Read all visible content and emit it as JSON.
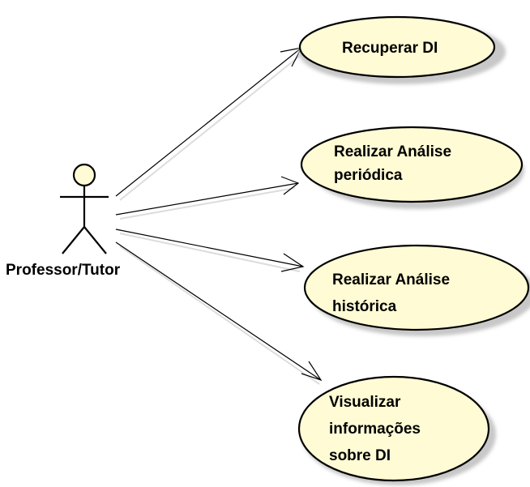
{
  "diagram": {
    "actor": {
      "name": "Professor/Tutor",
      "icon": "stick-figure-actor-icon"
    },
    "use_cases": [
      {
        "id": "uc1",
        "lines": [
          "Recuperar DI"
        ]
      },
      {
        "id": "uc2",
        "lines": [
          "Realizar Análise",
          "periódica"
        ]
      },
      {
        "id": "uc3",
        "lines": [
          "Realizar Análise",
          "histórica"
        ]
      },
      {
        "id": "uc4",
        "lines": [
          "Visualizar",
          "informações",
          "sobre DI"
        ]
      }
    ],
    "associations": [
      {
        "from": "actor",
        "to": "uc1"
      },
      {
        "from": "actor",
        "to": "uc2"
      },
      {
        "from": "actor",
        "to": "uc3"
      },
      {
        "from": "actor",
        "to": "uc4"
      }
    ],
    "colors": {
      "use_case_fill": "#fffbd5",
      "use_case_stroke": "#000000",
      "actor_fill": "#fffbd5",
      "line": "#000000",
      "shadow": "#c8c8c8"
    }
  }
}
